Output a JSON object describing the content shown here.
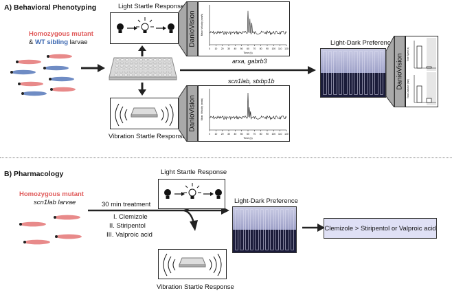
{
  "sectionA": {
    "title": "A) Behavioral Phenotyping",
    "mutant_label": "Homozygous mutant",
    "amp": "&",
    "wt_label": "WT sibling",
    "larvae_label": "larvae",
    "light_startle": "Light Startle Response",
    "vibration_startle": "Vibration Startle Response",
    "daniovision": "DanioVision",
    "light_dark": "Light-Dark Preference",
    "genes_top": "arxa, gabrb3",
    "genes_bottom": "scn1lab, stxbp1b",
    "plot_top": {
      "ylabel": "Mean Velocity (mm/s)",
      "xlabel": "Time (s)",
      "xticks": [
        "0",
        "10",
        "20",
        "30",
        "40",
        "50",
        "60",
        "70",
        "80",
        "90",
        "100",
        "110",
        "120"
      ]
    },
    "plot_bottom": {
      "ylabel": "Mean Velocity (mm/s)",
      "xlabel": "Time (s)",
      "xticks": [
        "0",
        "10",
        "20",
        "30",
        "40",
        "50",
        "60",
        "70",
        "80",
        "90",
        "100",
        "110",
        "120"
      ]
    },
    "bar1_ylabel": "Time Spent (s)",
    "bar2_ylabel": "Total Distance (mm)"
  },
  "sectionB": {
    "title": "B) Pharmacology",
    "mutant_label": "Homozygous mutant",
    "gene_larvae": "scn1lab larvae",
    "treatment": "30 min treatment",
    "drugs": [
      "I. Clemizole",
      "II. Stiripentol",
      "III. Valproic acid"
    ],
    "light_startle": "Light Startle Response",
    "vibration_startle": "Vibration Startle Response",
    "light_dark": "Light-Dark Preference",
    "result": "Clemizole > Stiripentol or Valproic acid"
  },
  "colors": {
    "mutant": "#e05a5a",
    "wt": "#3a66b0",
    "daniovision": "#a9a9a9",
    "result_bg": "#dfe0f5"
  }
}
